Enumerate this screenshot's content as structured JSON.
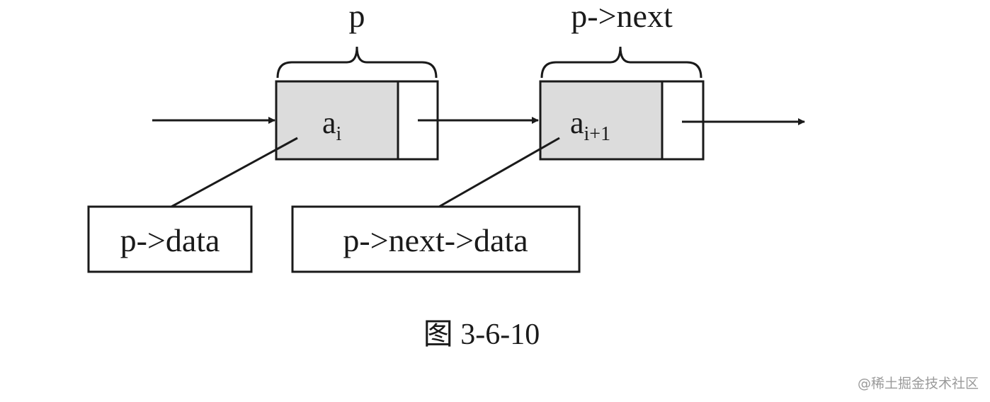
{
  "diagram": {
    "caption": "图 3-6-10",
    "node1": {
      "pointer_label": "p",
      "data_main": "a",
      "data_sub": "i",
      "annotation": "p->data"
    },
    "node2": {
      "pointer_label": "p->next",
      "data_main": "a",
      "data_sub": "i+1",
      "annotation": "p->next->data"
    }
  },
  "watermark": "@稀土掘金技术社区",
  "colors": {
    "stroke": "#1a1a1a",
    "data_cell_fill": "#dcdcdc",
    "pointer_cell_fill": "#ffffff",
    "watermark": "#9a9a9a"
  }
}
